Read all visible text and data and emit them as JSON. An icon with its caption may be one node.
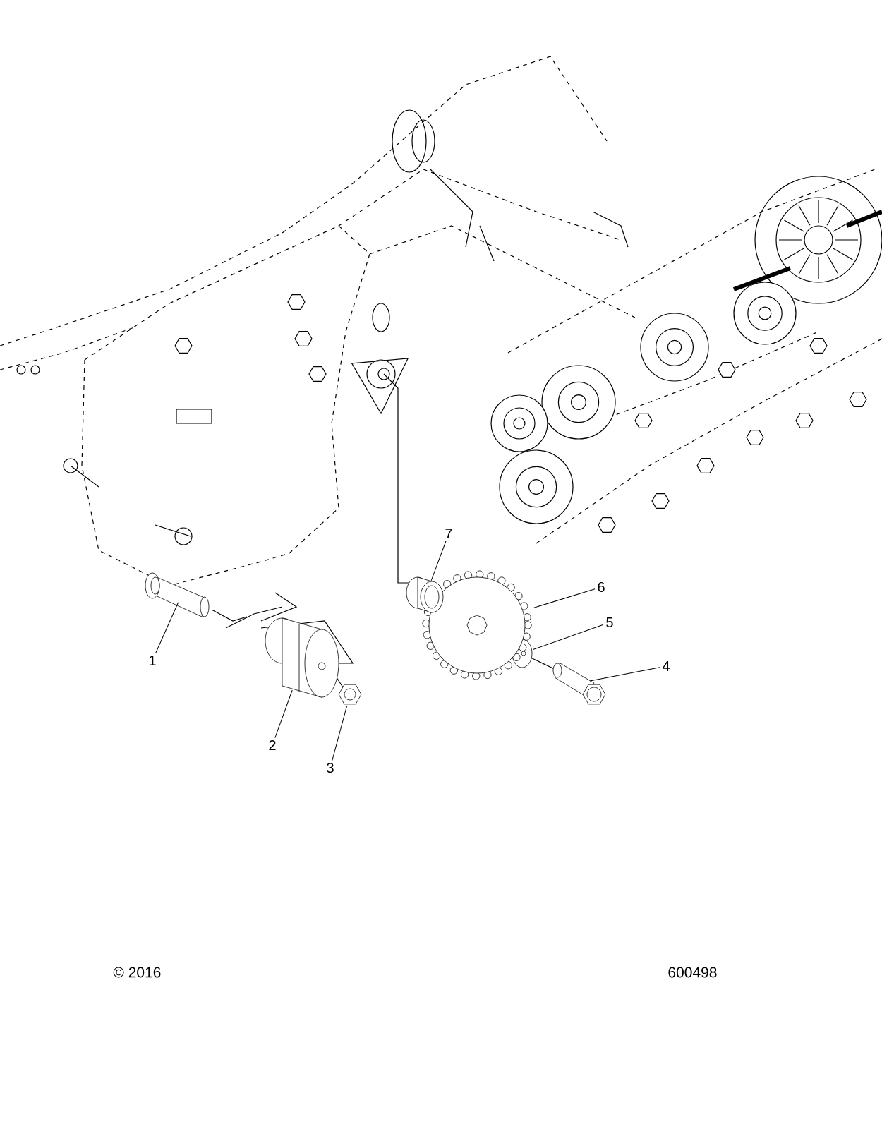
{
  "diagram": {
    "nodes": [
      {
        "text": [
          "1"
        ]
      },
      {
        "text": [
          "2"
        ]
      },
      {
        "text": [
          "3"
        ]
      },
      {
        "text": [
          "4"
        ]
      },
      {
        "text": [
          "5"
        ]
      },
      {
        "text": [
          "6"
        ]
      },
      {
        "text": [
          "7"
        ]
      },
      {
        "text": [],
        "shape": "picture"
      },
      {
        "text": [],
        "shape": "picture"
      },
      {
        "text": [],
        "shape": "picture"
      },
      {
        "text": [],
        "shape": "picture"
      },
      {
        "text": [],
        "shape": "picture"
      },
      {
        "text": [],
        "shape": "picture"
      },
      {
        "text": [],
        "shape": "picture"
      }
    ],
    "edges": [
      {
        "from": 0,
        "to": 7,
        "arrow": "none"
      },
      {
        "from": 1,
        "to": 8,
        "arrow": "none"
      },
      {
        "from": 2,
        "to": 9,
        "arrow": "none"
      },
      {
        "from": 3,
        "to": 10,
        "arrow": "none"
      },
      {
        "from": 4,
        "to": 11,
        "arrow": "none"
      },
      {
        "from": 5,
        "to": 12,
        "arrow": "none"
      },
      {
        "from": 6,
        "to": 13,
        "arrow": "none"
      }
    ],
    "labels": [
      "© 2016",
      "600498"
    ]
  }
}
